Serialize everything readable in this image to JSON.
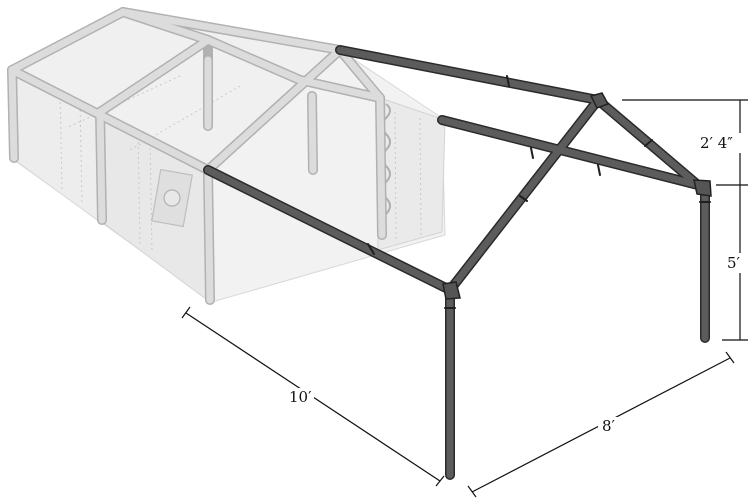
{
  "dimensions": {
    "length": "10′",
    "width": "8′",
    "wall_height": "5′",
    "roof_rise": "2′ 4″"
  },
  "colors": {
    "frame_pipe": "#595959",
    "frame_outline": "#2a2a2a",
    "ghost_pipe": "#cfcfcf",
    "ghost_outline": "#a8a8a8",
    "canvas_fill": "#ededed",
    "dimension_line": "#111111"
  }
}
